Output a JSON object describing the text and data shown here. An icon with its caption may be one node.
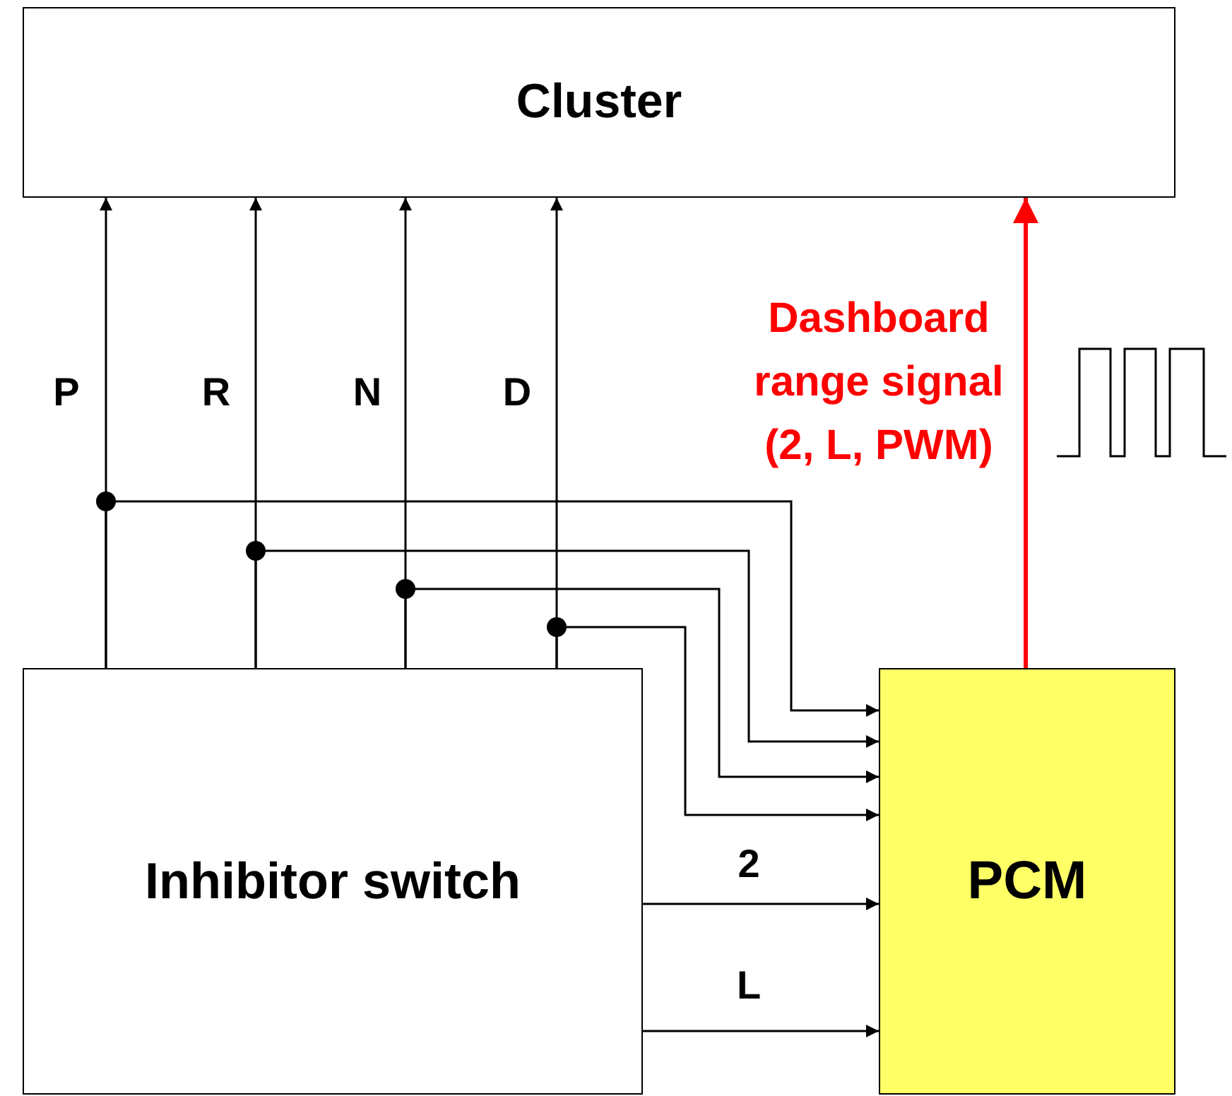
{
  "diagram": {
    "nodes": [
      {
        "text": [
          "Cluster"
        ]
      },
      {
        "text": [
          "Inhibitor switch"
        ]
      },
      {
        "text": [
          "PCM"
        ]
      }
    ],
    "edges": [
      {
        "from": 1,
        "to": 0,
        "arrow": "to",
        "label": "P"
      },
      {
        "from": 1,
        "to": 0,
        "arrow": "to",
        "label": "R"
      },
      {
        "from": 1,
        "to": 0,
        "arrow": "to",
        "label": "N"
      },
      {
        "from": 1,
        "to": 0,
        "arrow": "to",
        "label": "D"
      },
      {
        "from": 1,
        "to": 2,
        "arrow": "to"
      },
      {
        "from": 1,
        "to": 2,
        "arrow": "to"
      },
      {
        "from": 1,
        "to": 2,
        "arrow": "to"
      },
      {
        "from": 1,
        "to": 2,
        "arrow": "to"
      },
      {
        "from": 1,
        "to": 2,
        "arrow": "to",
        "label": "2"
      },
      {
        "from": 1,
        "to": 2,
        "arrow": "to",
        "label": "L"
      },
      {
        "from": 2,
        "to": 0,
        "arrow": "to",
        "label": "Dashboard range signal (2, L, PWM)",
        "style": "thick",
        "color": "#ff0000"
      }
    ]
  }
}
